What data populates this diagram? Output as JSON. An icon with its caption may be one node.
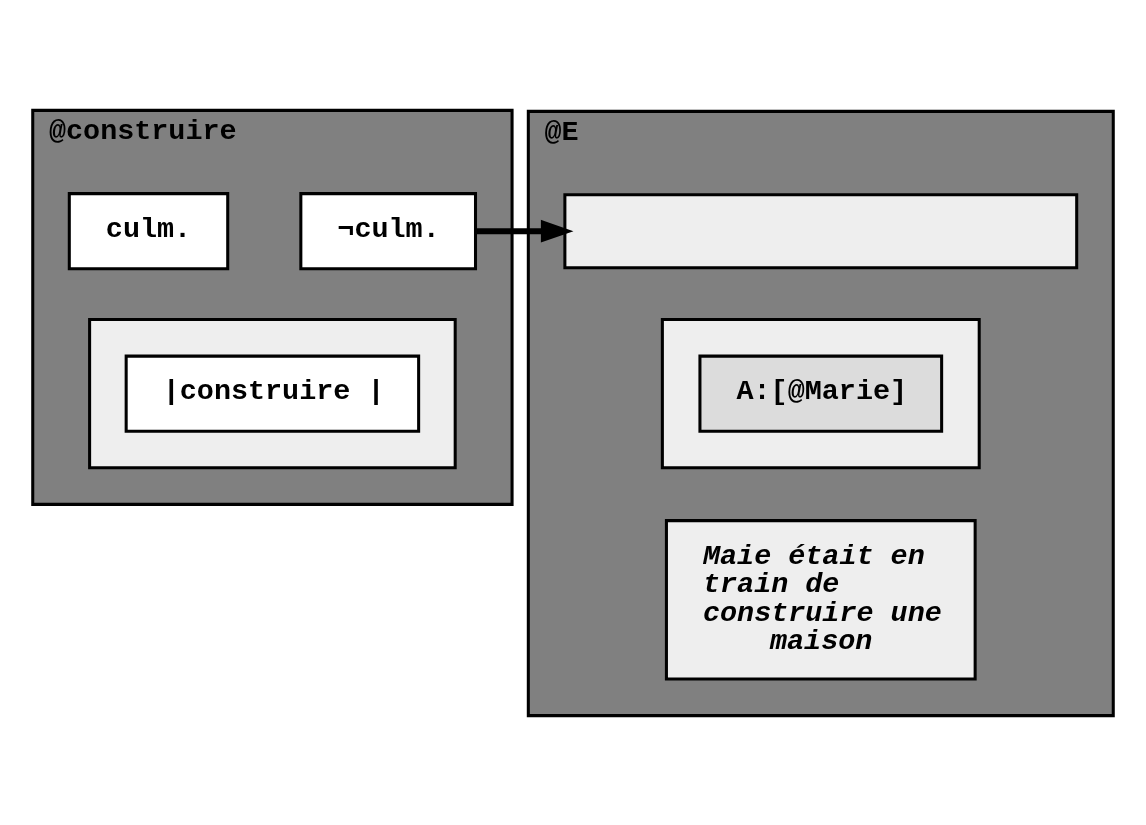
{
  "diagram": {
    "nodes": [
      {
        "text": [
          "@construire"
        ]
      },
      {
        "text": [
          "¬culm."
        ],
        "in": 0
      },
      {
        "text": [
          "culm."
        ],
        "in": 0
      },
      {
        "text": [],
        "shape": "box",
        "in": 0
      },
      {
        "text": [
          "|construire |"
        ],
        "in": 3
      },
      {
        "text": [
          "@E"
        ]
      },
      {
        "text": [],
        "shape": "box",
        "in": 5
      },
      {
        "text": [],
        "shape": "box",
        "in": 5
      },
      {
        "text": [
          "A:[@Marie]"
        ],
        "in": 7
      },
      {
        "text": [
          "Maie était en train de construire une maison"
        ],
        "in": 5
      }
    ],
    "edges": [
      {
        "from": 1,
        "to": 6,
        "arrow": "to"
      }
    ]
  }
}
